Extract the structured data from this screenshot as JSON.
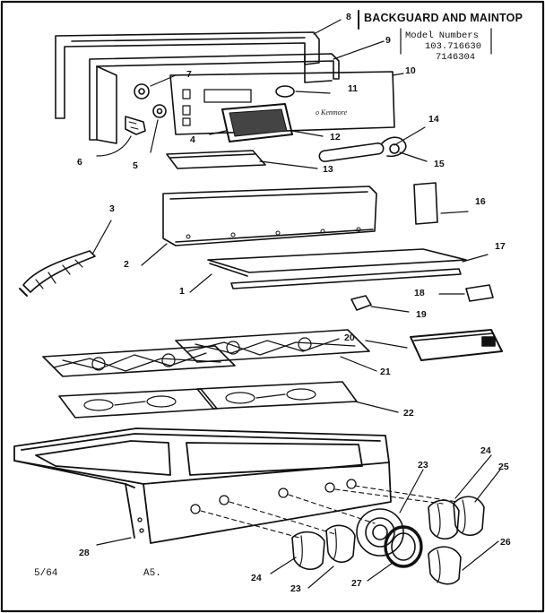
{
  "header": {
    "part_number": "8",
    "title": "BACKGUARD AND MAINTOP",
    "model_label": "Model Numbers",
    "model_1": "103.716630",
    "model_2": "7146304"
  },
  "callouts": [
    "9",
    "10",
    "7",
    "11",
    "6",
    "5",
    "4",
    "12",
    "13",
    "14",
    "15",
    "3",
    "16",
    "2",
    "17",
    "1",
    "18",
    "19",
    "20",
    "21",
    "22",
    "23",
    "24",
    "25",
    "28",
    "26",
    "27"
  ],
  "footer": {
    "date": "5/64",
    "page": "A5."
  }
}
